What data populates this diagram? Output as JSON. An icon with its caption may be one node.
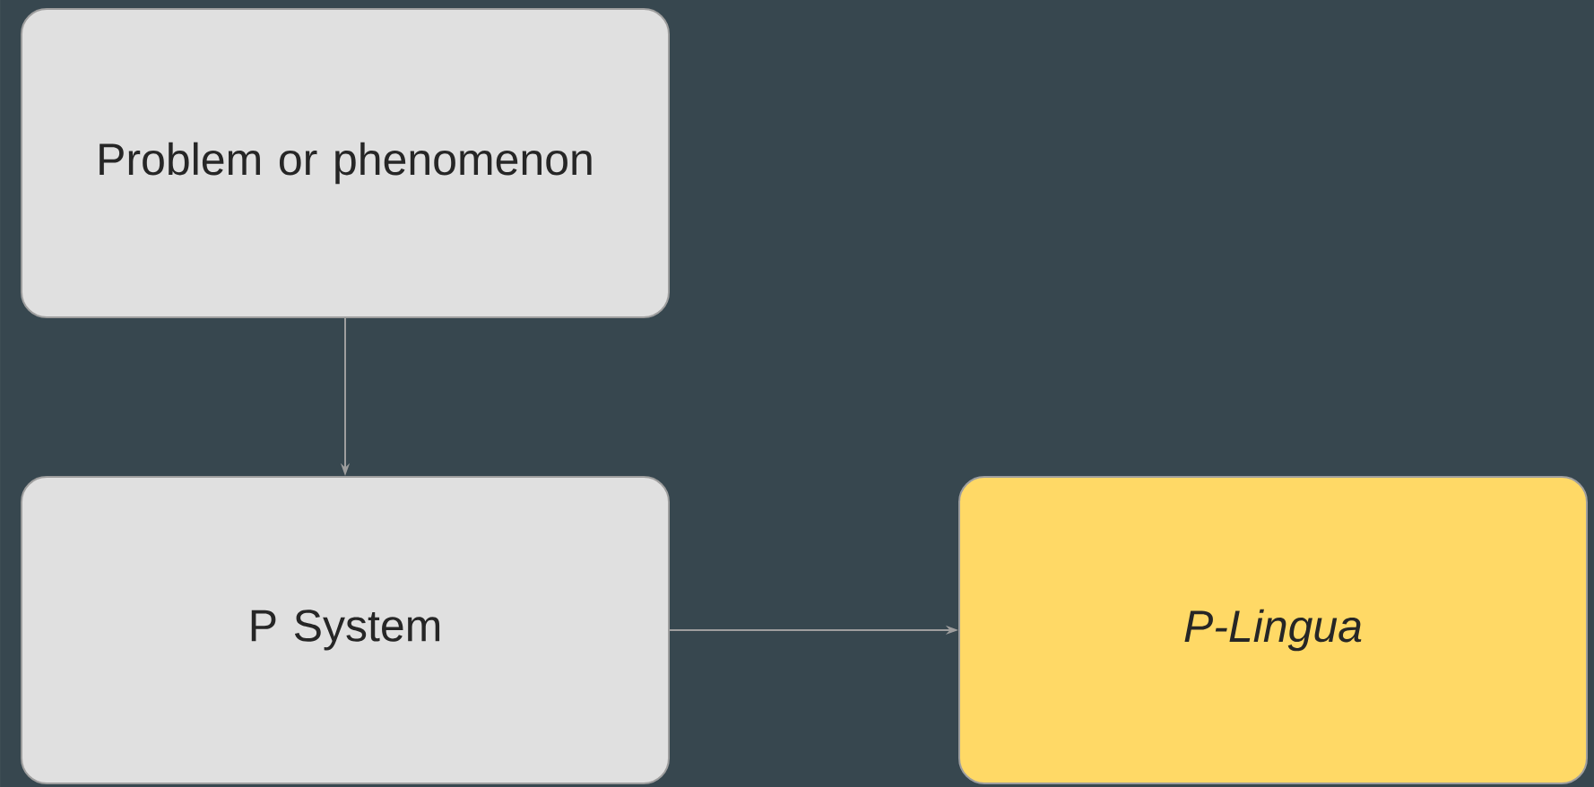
{
  "diagram": {
    "nodes": [
      {
        "text": [
          "Problem or phenomenon"
        ]
      },
      {
        "text": [
          "P System"
        ]
      },
      {
        "text": [
          "P-Lingua"
        ]
      }
    ],
    "edges": [
      {
        "from": 0,
        "to": 1,
        "arrow": "to"
      },
      {
        "from": 1,
        "to": 2,
        "arrow": "to"
      }
    ]
  }
}
